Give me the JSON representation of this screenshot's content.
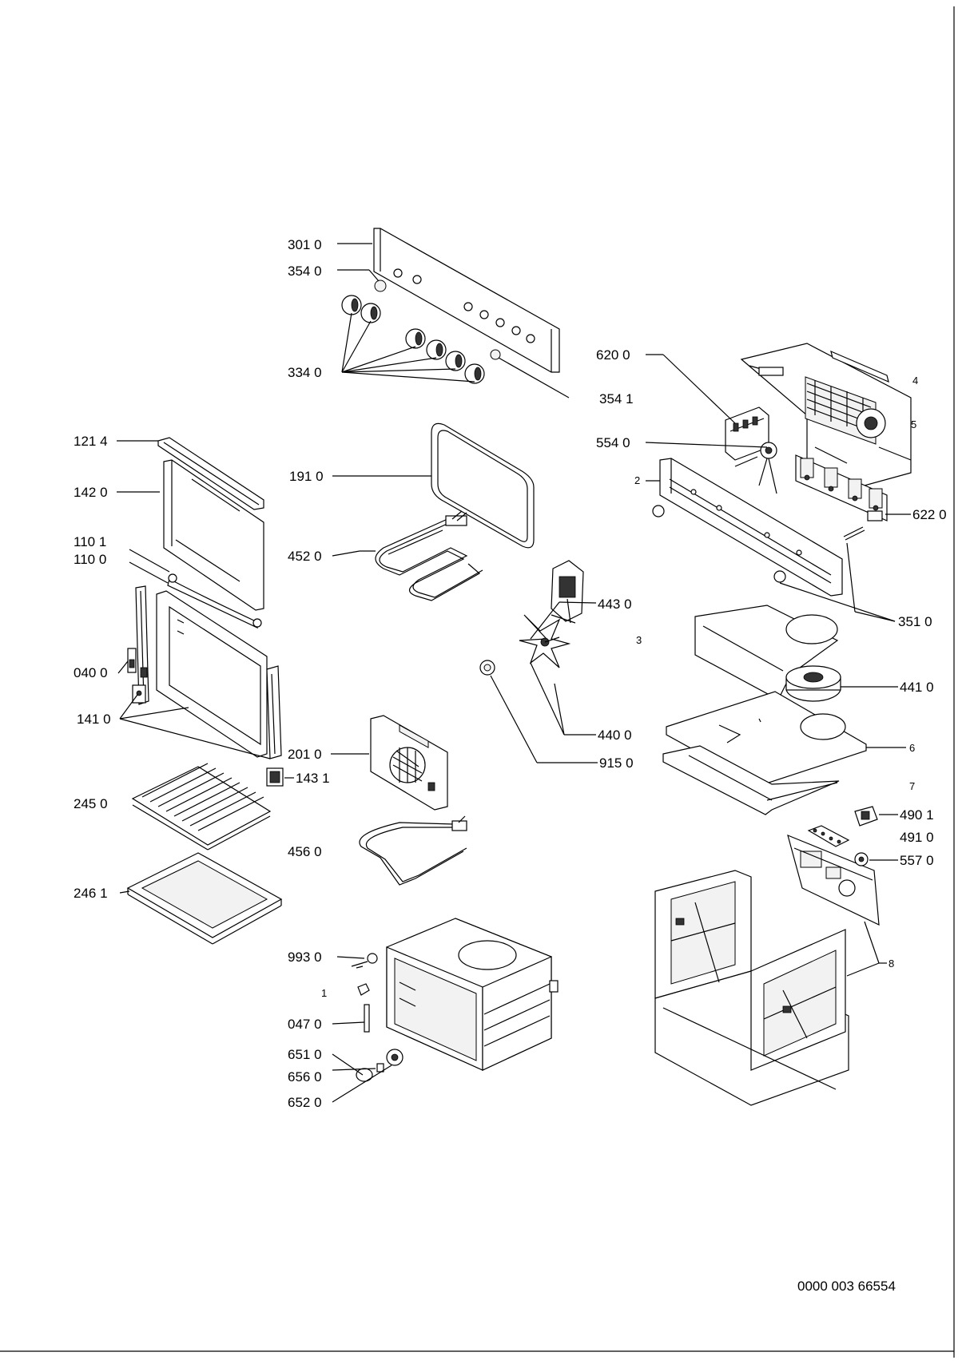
{
  "labels": {
    "l3010": "301 0",
    "l3540": "354 0",
    "l3340": "334 0",
    "l3541": "354 1",
    "l6200": "620 0",
    "l4": "4",
    "l5": "5",
    "l5540": "554 0",
    "l2": "2",
    "l6220": "622 0",
    "l3510": "351 0",
    "l1214": "121 4",
    "l1420": "142 0",
    "l1101": "110 1",
    "l1100": "110 0",
    "l1910": "191 0",
    "l4520": "452 0",
    "l4430": "443 0",
    "l3": "3",
    "l0400": "040 0",
    "l1410": "141 0",
    "l4410": "441 0",
    "l4400": "440 0",
    "l9150": "915 0",
    "l2010": "201 0",
    "l1431": "143 1",
    "l6": "6",
    "l7": "7",
    "l2450": "245 0",
    "l4901": "490 1",
    "l4910": "491 0",
    "l4560": "456 0",
    "l5570": "557 0",
    "l2461": "246 1",
    "l8": "8",
    "l9930": "993 0",
    "l1": "1",
    "l0470": "047 0",
    "l6510": "651 0",
    "l6560": "656 0",
    "l6520": "652 0"
  },
  "footer": {
    "doc_number": "0000 003 66554"
  }
}
